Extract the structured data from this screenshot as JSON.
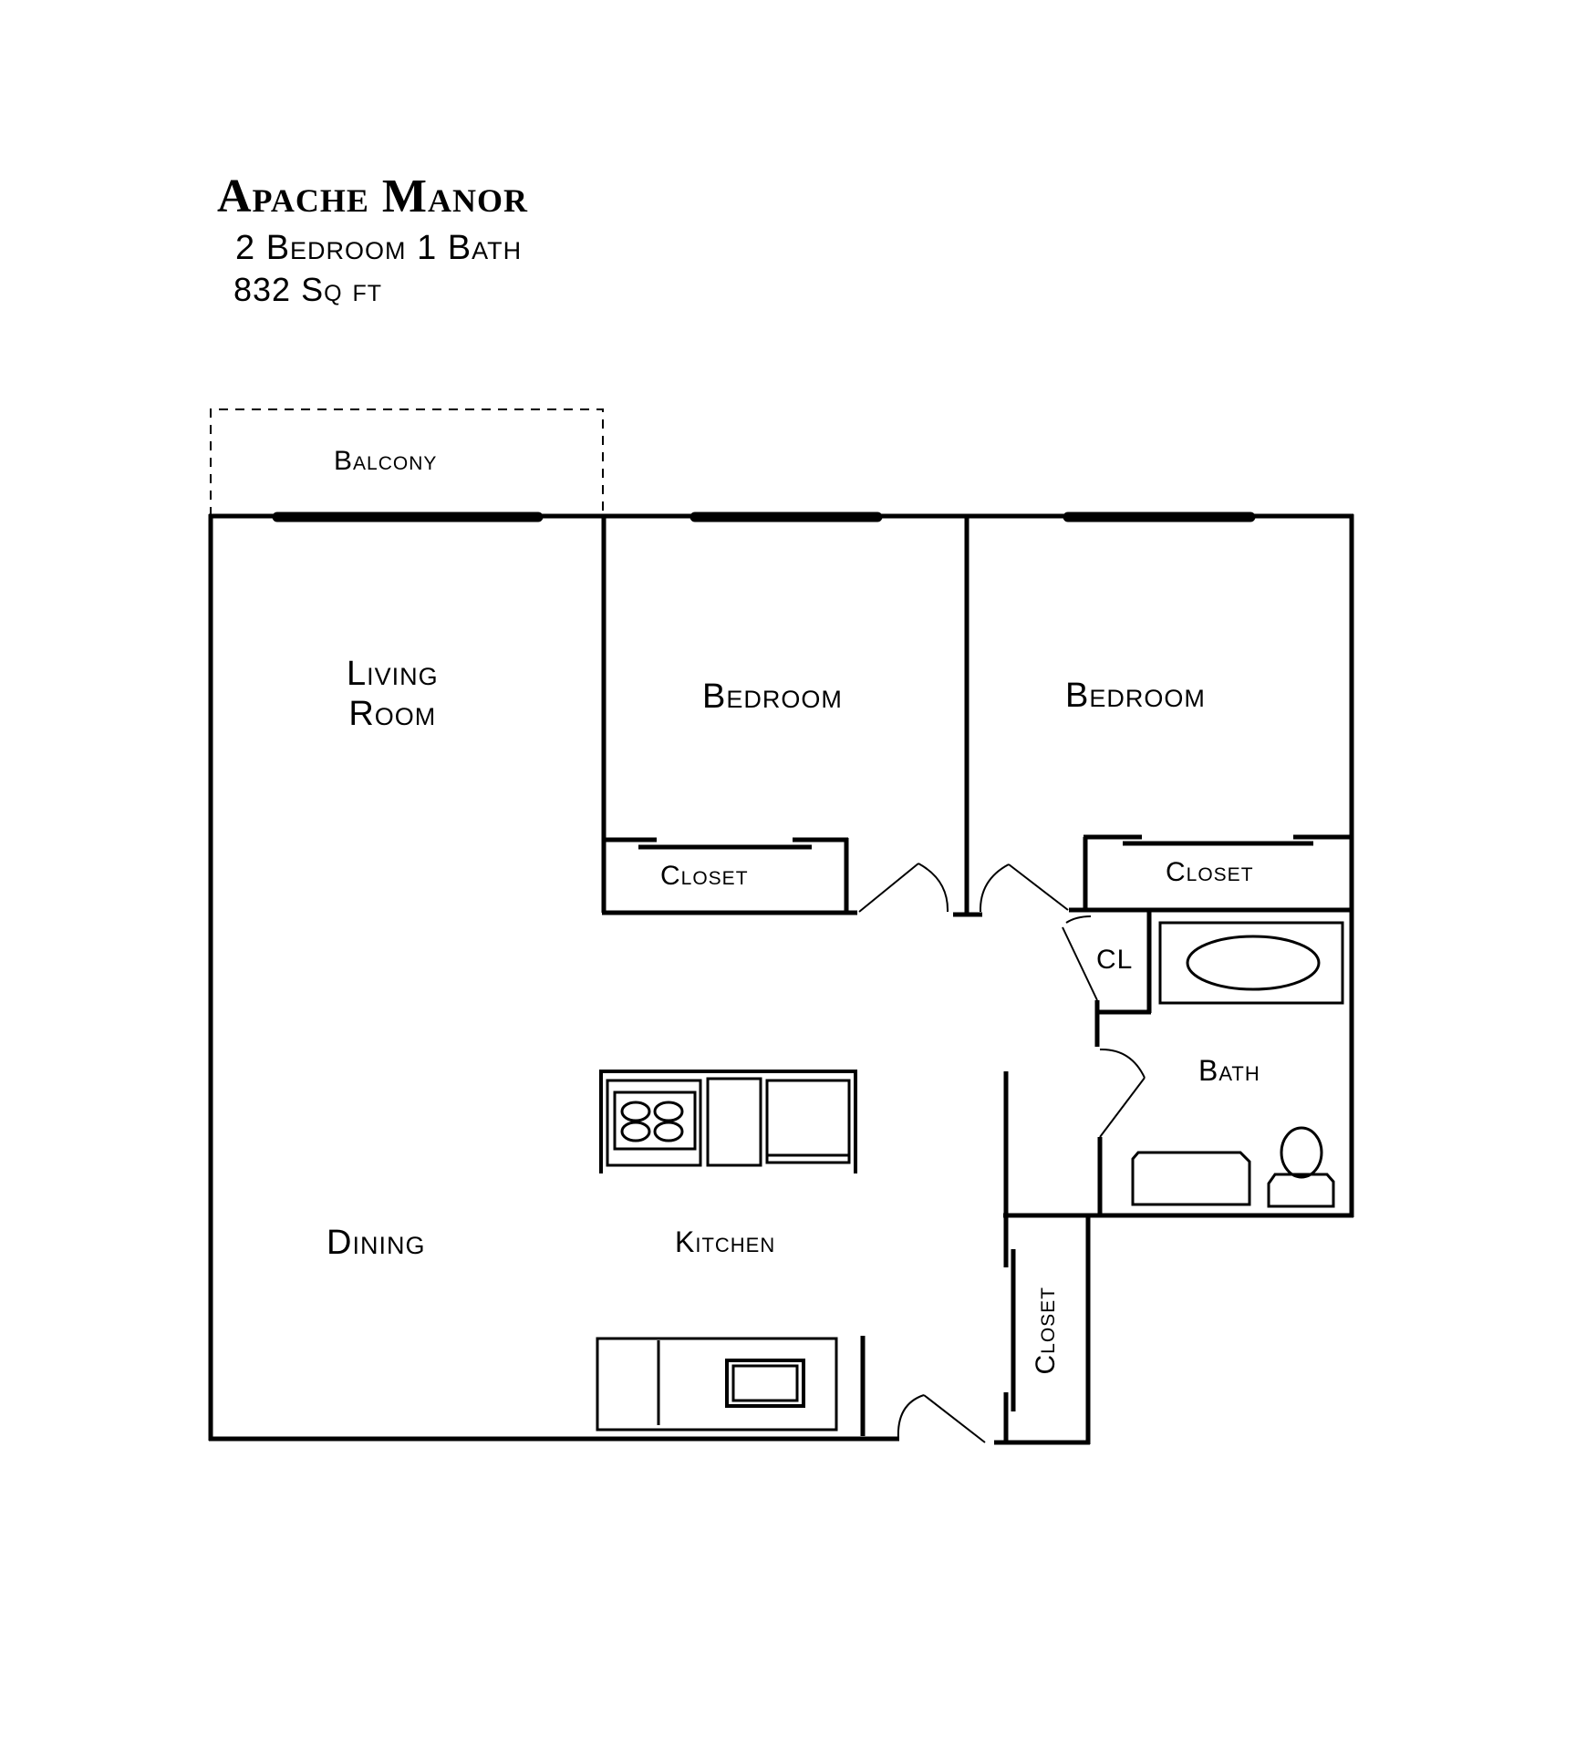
{
  "header": {
    "title": "Apache Manor",
    "subtitle": "2 Bedroom 1 Bath",
    "area": "832 Sq ft"
  },
  "rooms": {
    "balcony": "Balcony",
    "living_room_line1": "Living",
    "living_room_line2": "Room",
    "bedroom_1": "Bedroom",
    "bedroom_2": "Bedroom",
    "closet_1": "Closet",
    "closet_2": "Closet",
    "closet_small": "CL",
    "bath": "Bath",
    "dining": "Dining",
    "kitchen": "Kitchen",
    "hall_closet": "Closet"
  },
  "colors": {
    "background": "#ffffff",
    "lines": "#000000"
  }
}
